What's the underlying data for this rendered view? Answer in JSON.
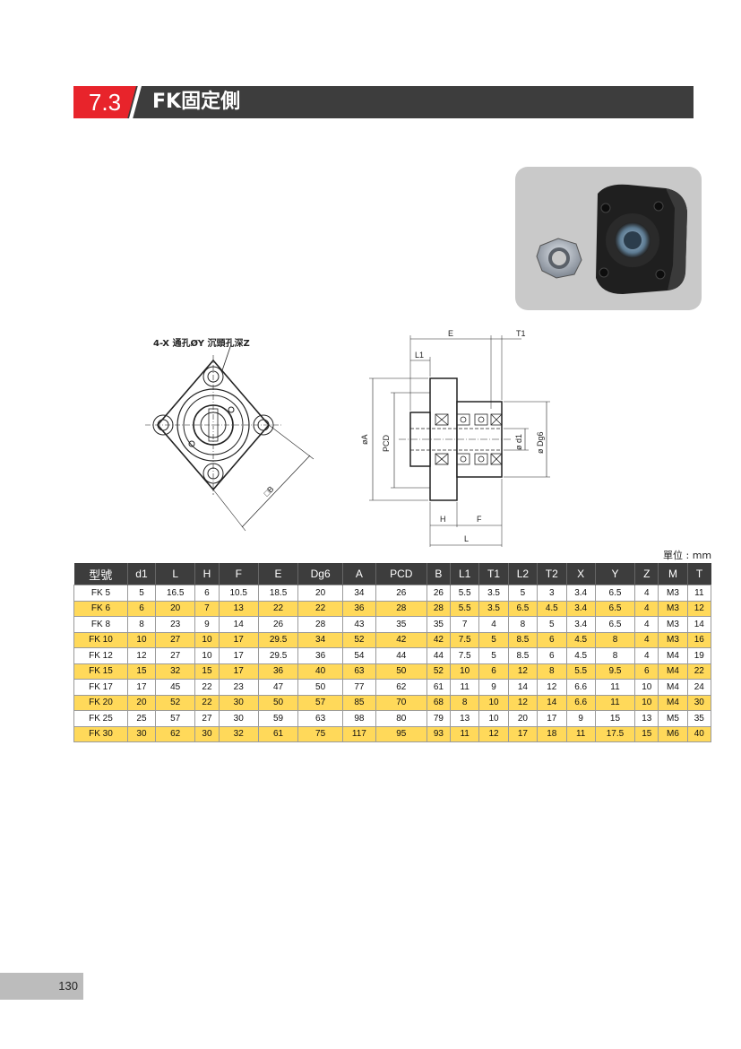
{
  "header": {
    "number": "7.3",
    "title": "FK固定側"
  },
  "drawing": {
    "callout": "4-X 通孔ØY 沉頭孔深Z",
    "labels": {
      "square_b": "□B",
      "e": "E",
      "t1": "T1",
      "l1": "L1",
      "phi_a": "øA",
      "pcd": "PCD",
      "phi_d1": "ø d1",
      "phi_dg6": "ø Dg6",
      "h": "H",
      "f": "F",
      "l": "L"
    }
  },
  "unit": "單位 : mm",
  "table": {
    "headers": [
      "型號",
      "d1",
      "L",
      "H",
      "F",
      "E",
      "Dg6",
      "A",
      "PCD",
      "B",
      "L1",
      "T1",
      "L2",
      "T2",
      "X",
      "Y",
      "Z",
      "M",
      "T"
    ],
    "rows": [
      [
        "FK 5",
        "5",
        "16.5",
        "6",
        "10.5",
        "18.5",
        "20",
        "34",
        "26",
        "26",
        "5.5",
        "3.5",
        "5",
        "3",
        "3.4",
        "6.5",
        "4",
        "M3",
        "11"
      ],
      [
        "FK 6",
        "6",
        "20",
        "7",
        "13",
        "22",
        "22",
        "36",
        "28",
        "28",
        "5.5",
        "3.5",
        "6.5",
        "4.5",
        "3.4",
        "6.5",
        "4",
        "M3",
        "12"
      ],
      [
        "FK 8",
        "8",
        "23",
        "9",
        "14",
        "26",
        "28",
        "43",
        "35",
        "35",
        "7",
        "4",
        "8",
        "5",
        "3.4",
        "6.5",
        "4",
        "M3",
        "14"
      ],
      [
        "FK 10",
        "10",
        "27",
        "10",
        "17",
        "29.5",
        "34",
        "52",
        "42",
        "42",
        "7.5",
        "5",
        "8.5",
        "6",
        "4.5",
        "8",
        "4",
        "M3",
        "16"
      ],
      [
        "FK 12",
        "12",
        "27",
        "10",
        "17",
        "29.5",
        "36",
        "54",
        "44",
        "44",
        "7.5",
        "5",
        "8.5",
        "6",
        "4.5",
        "8",
        "4",
        "M4",
        "19"
      ],
      [
        "FK 15",
        "15",
        "32",
        "15",
        "17",
        "36",
        "40",
        "63",
        "50",
        "52",
        "10",
        "6",
        "12",
        "8",
        "5.5",
        "9.5",
        "6",
        "M4",
        "22"
      ],
      [
        "FK 17",
        "17",
        "45",
        "22",
        "23",
        "47",
        "50",
        "77",
        "62",
        "61",
        "11",
        "9",
        "14",
        "12",
        "6.6",
        "11",
        "10",
        "M4",
        "24"
      ],
      [
        "FK 20",
        "20",
        "52",
        "22",
        "30",
        "50",
        "57",
        "85",
        "70",
        "68",
        "8",
        "10",
        "12",
        "14",
        "6.6",
        "11",
        "10",
        "M4",
        "30"
      ],
      [
        "FK 25",
        "25",
        "57",
        "27",
        "30",
        "59",
        "63",
        "98",
        "80",
        "79",
        "13",
        "10",
        "20",
        "17",
        "9",
        "15",
        "13",
        "M5",
        "35"
      ],
      [
        "FK 30",
        "30",
        "62",
        "30",
        "32",
        "61",
        "75",
        "117",
        "95",
        "93",
        "11",
        "12",
        "17",
        "18",
        "11",
        "17.5",
        "15",
        "M6",
        "40"
      ]
    ]
  },
  "page_number": "130"
}
